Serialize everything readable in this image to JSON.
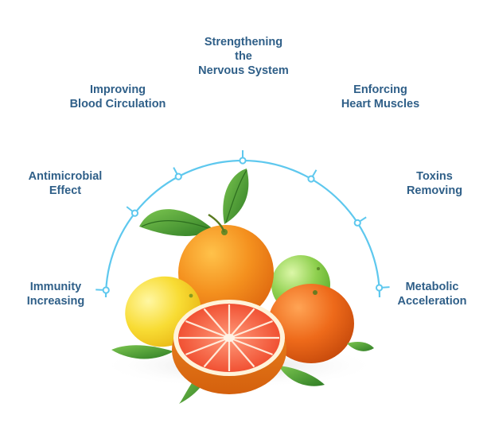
{
  "benefits": {
    "nervous_system": [
      "Strengthening",
      "the",
      "Nervous System"
    ],
    "blood_circulation": [
      "Improving",
      "Blood Circulation"
    ],
    "heart_muscles": [
      "Enforcing",
      "Heart Muscles"
    ],
    "antimicrobial": [
      "Antimicrobial",
      "Effect"
    ],
    "toxins": [
      "Toxins",
      "Removing"
    ],
    "immunity": [
      "Immunity",
      "Increasing"
    ],
    "metabolic": [
      "Metabolic",
      "Acceleration"
    ]
  },
  "colors": {
    "arc": "#5ec8ee",
    "label": "#2f5f88",
    "orange": "#f28a1c",
    "lemon": "#f7d630",
    "lime": "#8fcf4e",
    "grapefruit_flesh": "#f0553a",
    "leaf": "#3f8f2e"
  },
  "icons": [
    "citrus-fruits-illustration"
  ]
}
